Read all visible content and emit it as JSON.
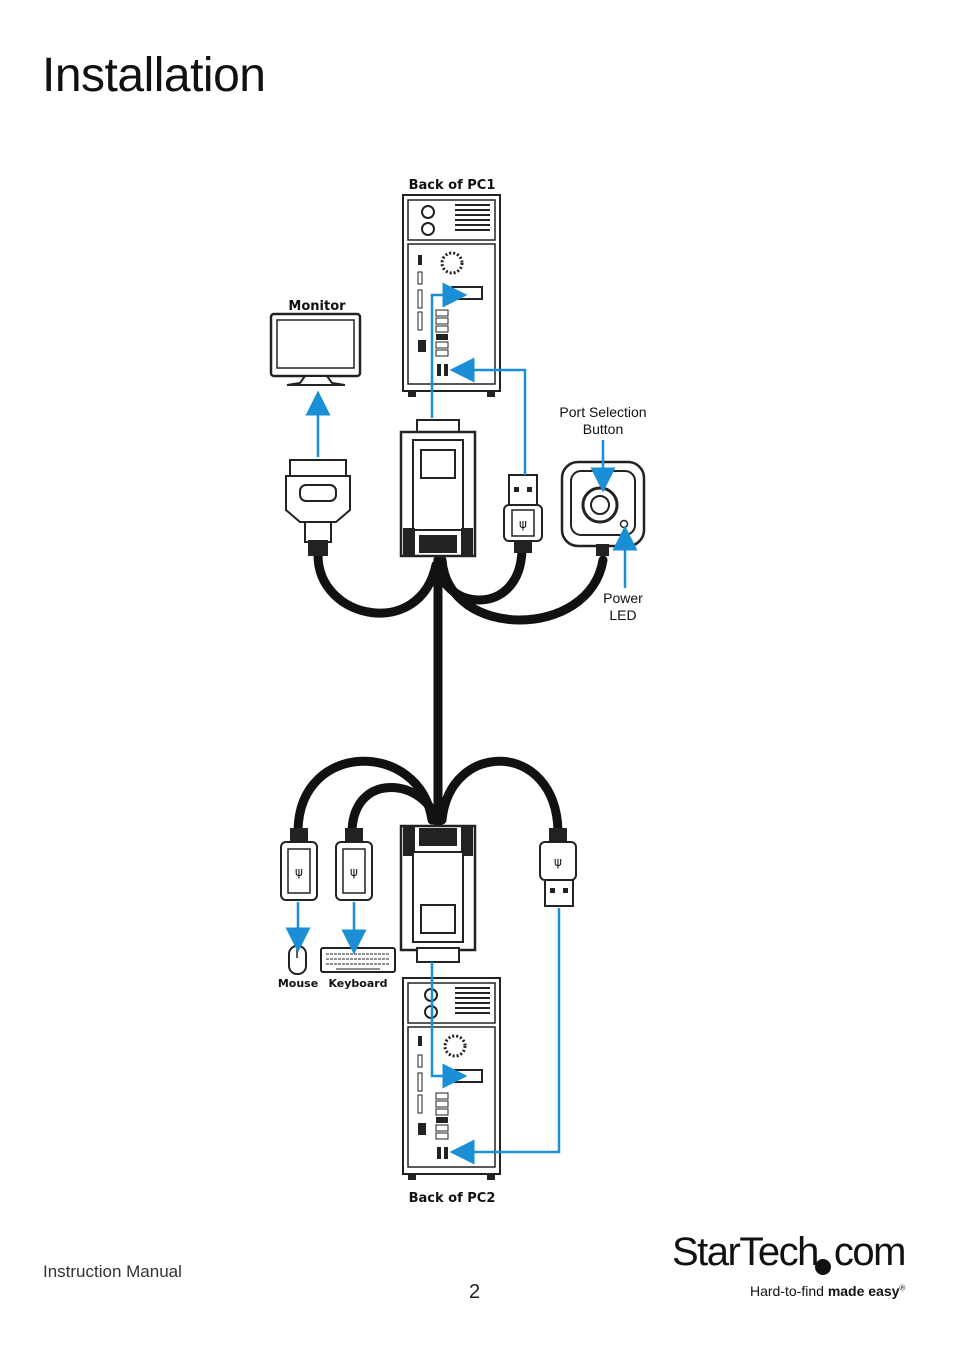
{
  "page": {
    "title": "Installation",
    "footer_left": "Instruction Manual",
    "page_number": "2"
  },
  "brand": {
    "name_part1": "StarTech",
    "name_part2": "com",
    "tagline_regular": "Hard-to-find ",
    "tagline_bold": "made easy",
    "tagline_mark": "®"
  },
  "diagram": {
    "labels": {
      "pc1": "Back of PC1",
      "pc2": "Back of PC2",
      "monitor": "Monitor",
      "port_selection_line1": "Port Selection",
      "port_selection_line2": "Button",
      "power_line1": "Power",
      "power_line2": "LED",
      "mouse": "Mouse",
      "keyboard": "Keyboard"
    },
    "colors": {
      "arrow": "#1a8fd6",
      "cable": "#111111",
      "outline": "#222222"
    }
  }
}
